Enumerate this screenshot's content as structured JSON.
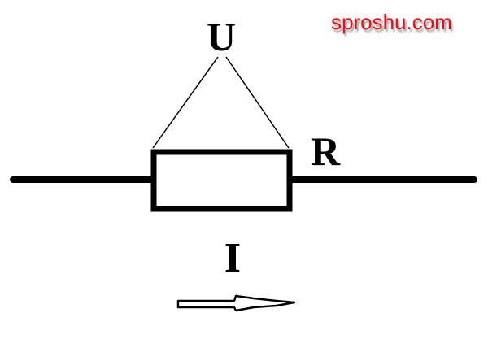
{
  "labels": {
    "voltage": "U",
    "resistance": "R",
    "current": "I"
  },
  "watermark": "sproshu.com",
  "colors": {
    "line": "#000000",
    "watermark": "#e8101a"
  }
}
